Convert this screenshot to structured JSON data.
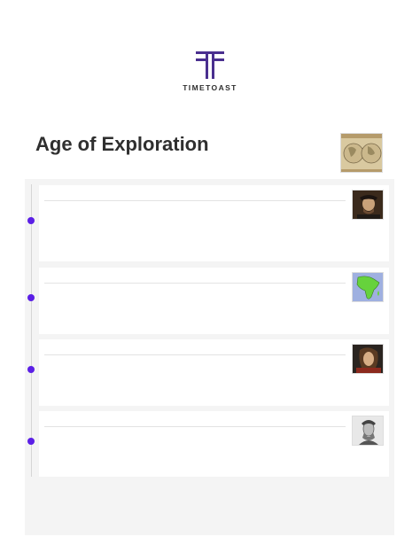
{
  "brand": {
    "wordmark": "TIMETOAST",
    "logo_color": "#4a2f8f"
  },
  "page": {
    "title": "Age of Exploration"
  },
  "colors": {
    "timeline_dot": "#5b1fe6",
    "panel_bg": "#f4f4f4"
  },
  "events": [
    {
      "image": "explorer-portrait"
    },
    {
      "image": "africa-map"
    },
    {
      "image": "columbus-portrait"
    },
    {
      "image": "navigator-engraving"
    }
  ]
}
